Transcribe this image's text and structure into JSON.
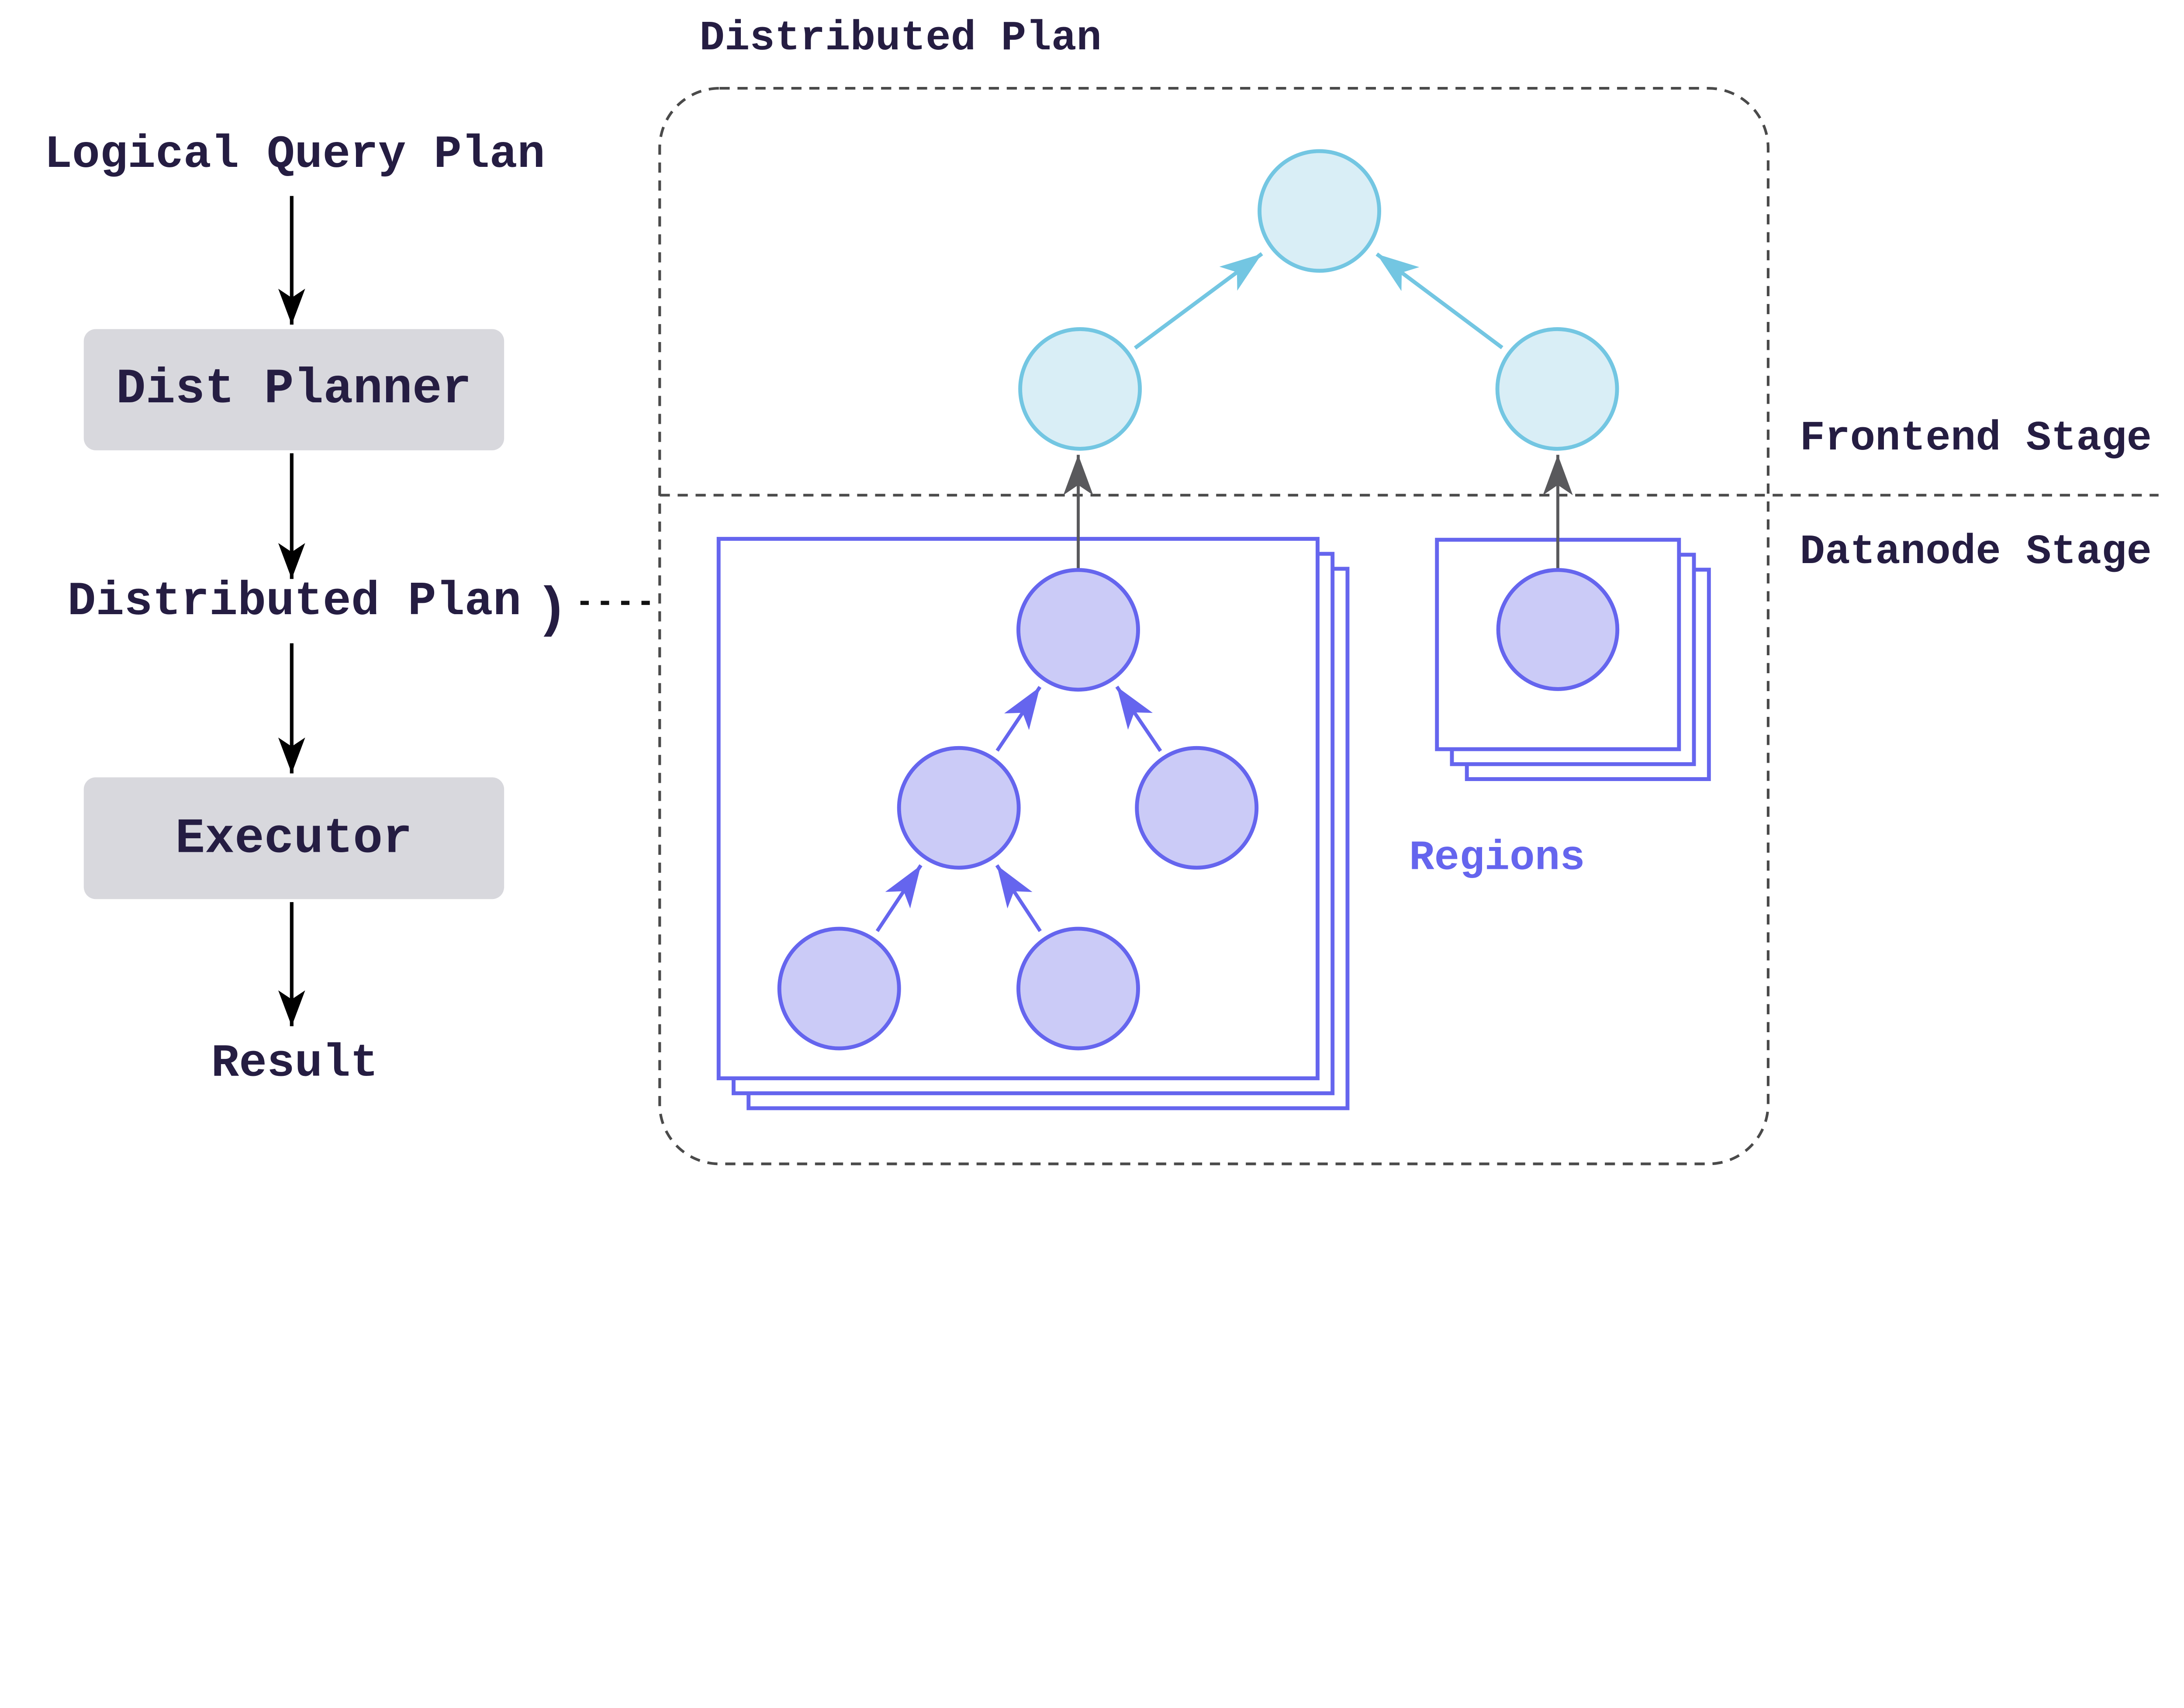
{
  "left_flow": {
    "logical_query_plan_label": "Logical Query Plan",
    "dist_planner_label": "Dist Planner",
    "distributed_plan_label": "Distributed Plan",
    "brace_glyph": ")",
    "executor_label": "Executor",
    "result_label": "Result"
  },
  "distributed_plan_panel": {
    "title": "Distributed Plan",
    "frontend_stage_label": "Frontend Stage",
    "datanode_stage_label": "Datanode Stage",
    "regions_label": "Regions"
  },
  "diagram_structure": {
    "frontend_stage_nodes": 3,
    "datanode_stage_region_groups": 2,
    "left_region_tree_nodes": 5,
    "right_region_tree_nodes": 1,
    "stacked_sheets_per_region_group": 3
  },
  "colors": {
    "label_text": "#251d42",
    "process_box_fill": "#d8d8dd",
    "cyan_node_fill": "#d9eef6",
    "cyan_node_stroke": "#73c6e2",
    "purple_stroke": "#6565ee",
    "purple_node_fill": "#cbcbf7",
    "regions_text": "#6565ee",
    "gray_line": "#59595c",
    "dashed_border": "#4a4a4a",
    "flow_arrow": "#000000",
    "background": "#ffffff"
  }
}
